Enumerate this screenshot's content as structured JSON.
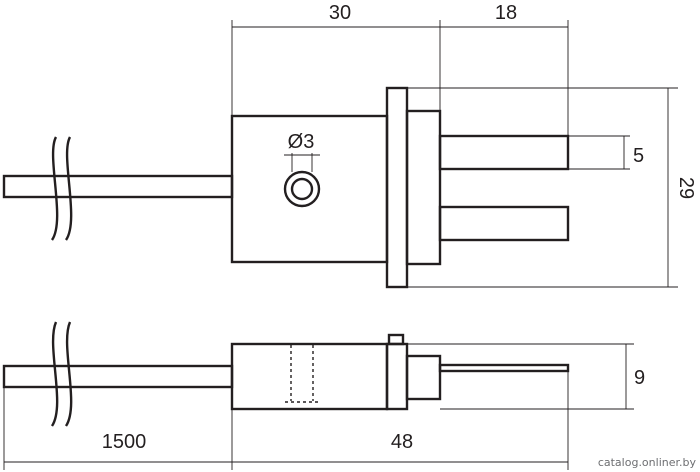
{
  "dimensions": {
    "top_left_width": "30",
    "top_right_width": "18",
    "hole_diameter": "Ø3",
    "pin_width": "5",
    "total_height": "29",
    "side_height": "9",
    "cable_length": "1500",
    "body_length": "48"
  },
  "watermark": "catalog.onliner.by"
}
